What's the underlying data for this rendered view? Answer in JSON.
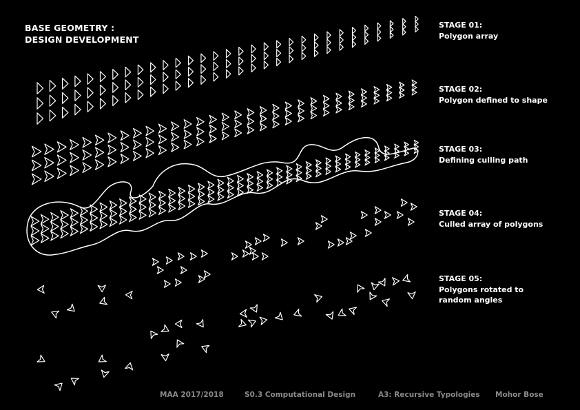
{
  "title": {
    "line1": "BASE GEOMETRY :",
    "line2": "DESIGN DEVELOPMENT"
  },
  "stages": [
    {
      "heading": "STAGE 01:",
      "desc": [
        "Polygon array"
      ]
    },
    {
      "heading": "STAGE 02:",
      "desc": [
        "Polygon defined to shape"
      ]
    },
    {
      "heading": "STAGE 03:",
      "desc": [
        "Defining culling path"
      ]
    },
    {
      "heading": "STAGE 04:",
      "desc": [
        "Culled array of polygons"
      ]
    },
    {
      "heading": "STAGE 05:",
      "desc": [
        "Polygons rotated to",
        "random angles"
      ]
    }
  ],
  "footer": [
    "MAA 2017/2018",
    "S0.3 Computational Design",
    "A3: Recursive Typologies",
    "Mohor Bose"
  ],
  "colors": {
    "background": "#000000",
    "stroke": "#ffffff",
    "footer": "#8a8a8a"
  }
}
